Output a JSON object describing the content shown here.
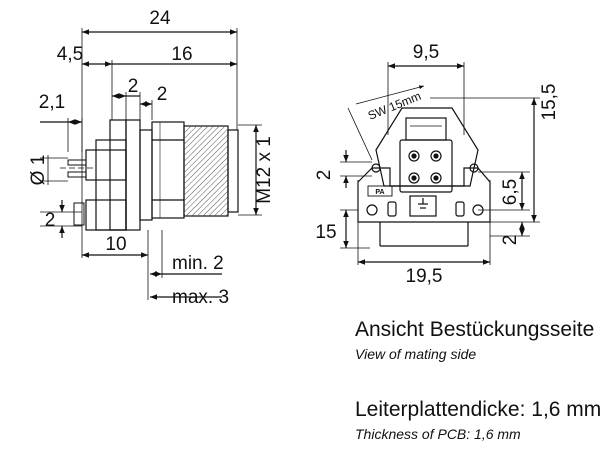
{
  "side_view": {
    "dim_24": "24",
    "dim_4_5": "4,5",
    "dim_16": "16",
    "dim_2_1": "2,1",
    "dim_2_a": "2",
    "dim_2_b": "2",
    "dim_dia1": "Ø 1",
    "dim_2_c": "2",
    "dim_10": "10",
    "dim_thread": "M12 x 1",
    "dim_min2": "min. 2",
    "dim_max3": "max. 3"
  },
  "mating_view": {
    "dim_9_5": "9,5",
    "dim_sw": "SW 15mm",
    "dim_15_5": "15,5",
    "dim_2_left": "2",
    "dim_6_5": "6,5",
    "dim_15": "15",
    "dim_2_right": "2",
    "dim_19_5": "19,5",
    "label_pa": "PA"
  },
  "captions": {
    "mating_de": "Ansicht Bestückungsseite",
    "mating_en": "View of mating side",
    "pcb_de": "Leiterplattendicke: 1,6 mm",
    "pcb_en": "Thickness of PCB: 1,6 mm"
  }
}
